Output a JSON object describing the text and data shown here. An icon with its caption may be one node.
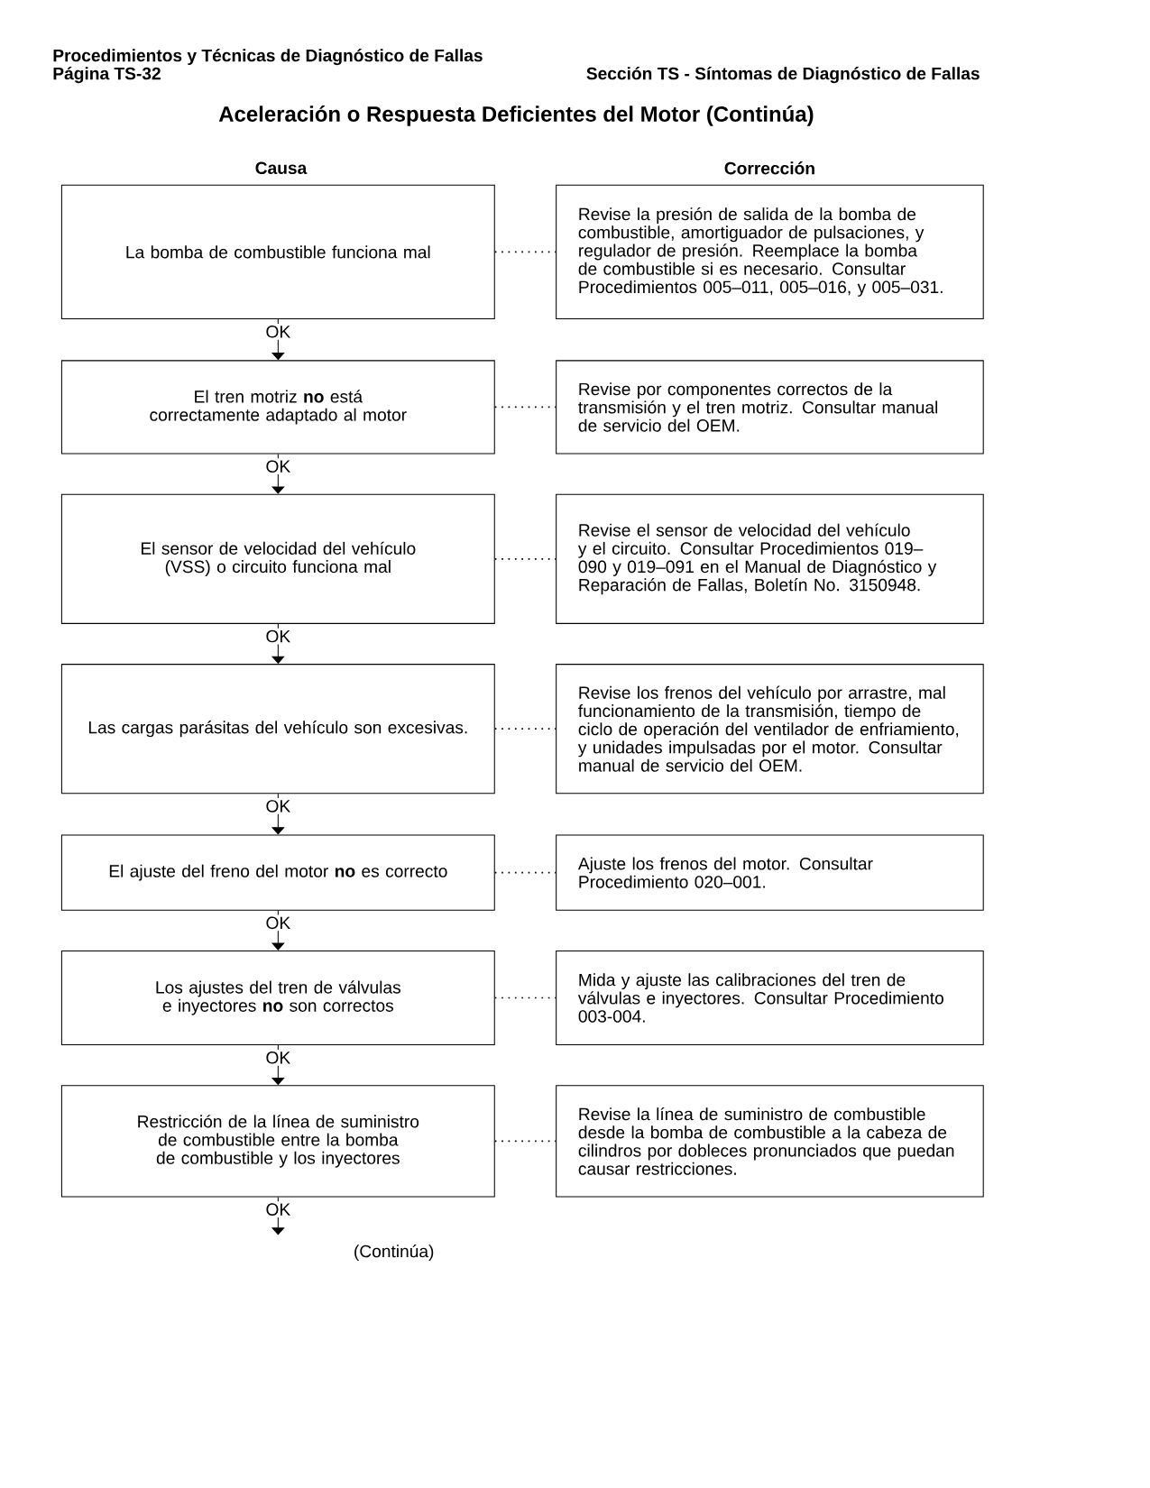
{
  "diagram": {
    "title": "Aceleración o Respuesta Deficientes del Motor (Continúa)",
    "nodes": [
      {
        "text": [
          "La bomba de combustible funciona mal"
        ]
      },
      {
        "text": [
          "Revise la presión de salida de la bomba de combustible, amortiguador de pulsaciones, y regulador de presión. Reemplace la bomba de combustible si es necesario. Consultar Procedimientos 005–011, 005–016, y 005–031."
        ]
      },
      {
        "text": [
          "El tren motriz **no** está correctamente adaptado al motor"
        ]
      },
      {
        "text": [
          "Revise por componentes correctos de la transmisión y el tren motriz. Consultar manual de servicio del OEM."
        ]
      },
      {
        "text": [
          "El sensor de velocidad del vehículo (VSS) o circuito funciona mal"
        ]
      },
      {
        "text": [
          "Revise el sensor de velocidad del vehículo y el circuito. Consultar Procedimientos 019–090 y 019–091 en el Manual de Diagnóstico y Reparación de Fallas, Boletín No. 3150948."
        ]
      },
      {
        "text": [
          "Las cargas parásitas del vehículo son excesivas."
        ]
      },
      {
        "text": [
          "Revise los frenos del vehículo por arrastre, mal funcionamiento de la transmisión, tiempo de ciclo de operación del ventilador de enfriamiento, y unidades impulsadas por el motor. Consultar manual de servicio del OEM."
        ]
      },
      {
        "text": [
          "El ajuste del freno del motor **no** es correcto"
        ]
      },
      {
        "text": [
          "Ajuste los frenos del motor. Consultar Procedimiento 020–001."
        ]
      },
      {
        "text": [
          "Los ajustes del tren de válvulas e inyectores **no** son correctos"
        ]
      },
      {
        "text": [
          "Mida y ajuste las calibraciones del tren de válvulas e inyectores. Consultar Procedimiento 003-004."
        ]
      },
      {
        "text": [
          "Restricción de la línea de suministro de combustible entre la bomba de combustible y los inyectores"
        ]
      },
      {
        "text": [
          "Revise la línea de suministro de combustible desde la bomba de combustible a la cabeza de cilindros por dobleces pronunciados que puedan causar restricciones."
        ]
      }
    ],
    "edges": [
      {
        "from": 0,
        "to": 1,
        "arrow": "none",
        "style": "dashed"
      },
      {
        "from": 0,
        "to": 2,
        "arrow": "to",
        "label": "OK"
      },
      {
        "from": 2,
        "to": 3,
        "arrow": "none",
        "style": "dashed"
      },
      {
        "from": 2,
        "to": 4,
        "arrow": "to",
        "label": "OK"
      },
      {
        "from": 4,
        "to": 5,
        "arrow": "none",
        "style": "dashed"
      },
      {
        "from": 4,
        "to": 6,
        "arrow": "to",
        "label": "OK"
      },
      {
        "from": 6,
        "to": 7,
        "arrow": "none",
        "style": "dashed"
      },
      {
        "from": 6,
        "to": 8,
        "arrow": "to",
        "label": "OK"
      },
      {
        "from": 8,
        "to": 9,
        "arrow": "none",
        "style": "dashed"
      },
      {
        "from": 8,
        "to": 10,
        "arrow": "to",
        "label": "OK"
      },
      {
        "from": 10,
        "to": 11,
        "arrow": "none",
        "style": "dashed"
      },
      {
        "from": 10,
        "to": 12,
        "arrow": "to",
        "label": "OK"
      },
      {
        "from": 12,
        "to": 13,
        "arrow": "none",
        "style": "dashed"
      },
      {
        "from": 12,
        "to": null,
        "arrow": "to",
        "label": "OK"
      }
    ],
    "labels": [
      "Procedimientos y Técnicas de Diagnóstico de Fallas",
      "Página TS-32",
      "Sección TS - Síntomas de Diagnóstico de Fallas",
      "Causa",
      "Corrección",
      "(Continúa)"
    ]
  }
}
